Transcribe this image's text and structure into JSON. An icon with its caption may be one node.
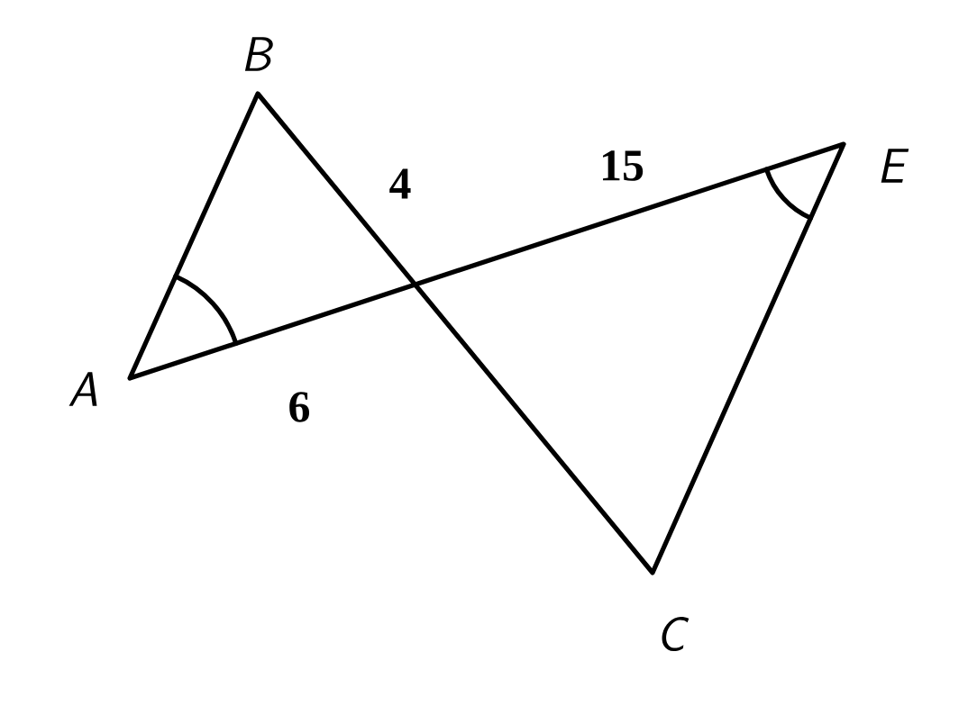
{
  "diagram": {
    "labels": [
      "B",
      "4",
      "15",
      "E",
      "A",
      "6",
      "C"
    ]
  }
}
